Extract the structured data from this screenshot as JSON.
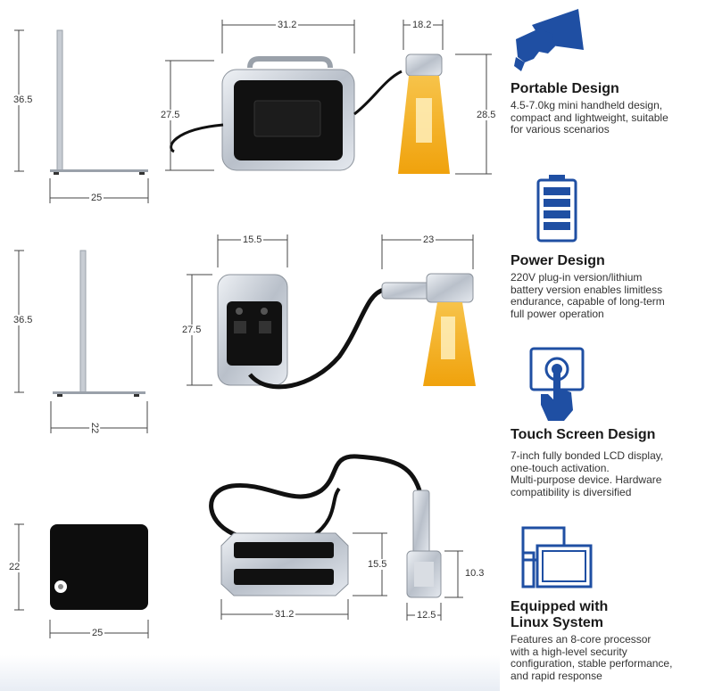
{
  "dimensions": {
    "row1": {
      "stand_height": "36.5",
      "stand_base": "25",
      "device_width": "31.2",
      "device_height": "27.5",
      "head_width": "18.2",
      "head_height": "28.5"
    },
    "row2": {
      "stand_height": "36.5",
      "stand_base": "22",
      "device_width": "15.5",
      "device_height": "27.5",
      "head_reach": "23"
    },
    "row3": {
      "pad_height": "22",
      "pad_width": "25",
      "device_width": "31.2",
      "device_height": "15.5",
      "head_height": "10.3",
      "head_width": "12.5"
    }
  },
  "features": [
    {
      "icon": "hand-holding-icon",
      "title": "Portable Design",
      "desc_lines": [
        "4.5-7.0kg mini handheld design,",
        "compact and lightweight, suitable",
        "for various scenarios"
      ]
    },
    {
      "icon": "battery-icon",
      "title": "Power Design",
      "desc_lines": [
        "220V plug-in version/lithium",
        "battery version enables limitless",
        "endurance, capable of long-term",
        "full power operation"
      ]
    },
    {
      "icon": "touch-screen-icon",
      "title": "Touch Screen Design",
      "desc_lines": [
        "7-inch fully bonded LCD display,",
        "one-touch activation.",
        "Multi-purpose device. Hardware",
        "compatibility is diversified"
      ]
    },
    {
      "icon": "linux-system-icon",
      "title_lines": [
        "Equipped with",
        "Linux System"
      ],
      "desc_lines": [
        "Features an 8-core processor",
        "with a high-level security",
        "configuration, stable performance,",
        "and rapid response"
      ]
    }
  ],
  "colors": {
    "accent_blue": "#1f4fa3",
    "amber": "#f5b21c",
    "device_silver": "#c9ced6",
    "device_black": "#111111"
  }
}
